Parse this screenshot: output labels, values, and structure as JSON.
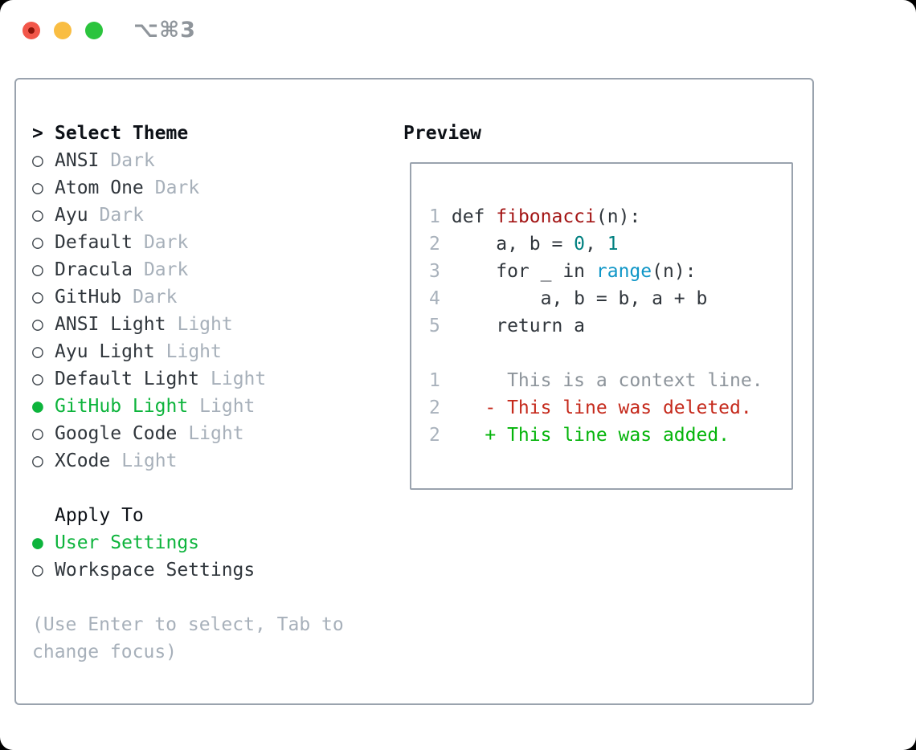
{
  "window": {
    "titlebar": {
      "shortcut_label": "⌥⌘3"
    }
  },
  "theme_picker": {
    "header_prefix": ">",
    "header": "Select Theme",
    "themes": [
      {
        "marker": "○",
        "name": "ANSI",
        "variant": "Dark",
        "state": ""
      },
      {
        "marker": "○",
        "name": "Atom One",
        "variant": "Dark",
        "state": ""
      },
      {
        "marker": "○",
        "name": "Ayu",
        "variant": "Dark",
        "state": ""
      },
      {
        "marker": "○",
        "name": "Default",
        "variant": "Dark",
        "state": ""
      },
      {
        "marker": "○",
        "name": "Dracula",
        "variant": "Dark",
        "state": ""
      },
      {
        "marker": "○",
        "name": "GitHub",
        "variant": "Dark",
        "state": ""
      },
      {
        "marker": "○",
        "name": "ANSI Light",
        "variant": "Light",
        "state": ""
      },
      {
        "marker": "○",
        "name": "Ayu Light",
        "variant": "Light",
        "state": ""
      },
      {
        "marker": "○",
        "name": "Default Light",
        "variant": "Light",
        "state": ""
      },
      {
        "marker": "●",
        "name": "GitHub Light",
        "variant": "Light",
        "state": "selected"
      },
      {
        "marker": "○",
        "name": "Google Code",
        "variant": "Light",
        "state": ""
      },
      {
        "marker": "○",
        "name": "XCode",
        "variant": "Light",
        "state": ""
      }
    ],
    "apply_to": {
      "header": "Apply To",
      "options": [
        {
          "marker": "●",
          "name": "User Settings",
          "state": "selected"
        },
        {
          "marker": "○",
          "name": "Workspace Settings",
          "state": ""
        }
      ]
    },
    "hint": "(Use Enter to select, Tab to change focus)"
  },
  "preview": {
    "header": "Preview",
    "code_lines": [
      {
        "num": "1",
        "segments": [
          {
            "c": "pl",
            "t": " def "
          },
          {
            "c": "fn",
            "t": "fibonacci"
          },
          {
            "c": "pl",
            "t": "(n):"
          }
        ]
      },
      {
        "num": "2",
        "segments": [
          {
            "c": "pl",
            "t": "     a, b = "
          },
          {
            "c": "nm",
            "t": "0"
          },
          {
            "c": "pl",
            "t": ", "
          },
          {
            "c": "nm",
            "t": "1"
          }
        ]
      },
      {
        "num": "3",
        "segments": [
          {
            "c": "pl",
            "t": "     for _ in "
          },
          {
            "c": "bi",
            "t": "range"
          },
          {
            "c": "pl",
            "t": "(n):"
          }
        ]
      },
      {
        "num": "4",
        "segments": [
          {
            "c": "pl",
            "t": "         a, b = b, a + b"
          }
        ]
      },
      {
        "num": "5",
        "segments": [
          {
            "c": "pl",
            "t": "     return a"
          }
        ]
      },
      {
        "num": "",
        "segments": []
      },
      {
        "num": "1",
        "segments": [
          {
            "c": "ctx",
            "t": "      This is a context line."
          }
        ]
      },
      {
        "num": "2",
        "segments": [
          {
            "c": "pl",
            "t": "    "
          },
          {
            "c": "del",
            "t": "- This line was deleted."
          }
        ]
      },
      {
        "num": "2",
        "segments": [
          {
            "c": "pl",
            "t": "    "
          },
          {
            "c": "add",
            "t": "+ This line was added."
          }
        ]
      }
    ]
  },
  "colors": {
    "accent_green": "#0db43c",
    "added_green": "#04b40a",
    "deleted_red": "#c5291b",
    "function_red": "#a31515",
    "number_teal": "#008080",
    "builtin_blue": "#0f96c7",
    "text_dark": "#30363c",
    "header_black": "#0d1117",
    "muted_gray": "#a7b0ba",
    "context_gray": "#8d949b",
    "lineno_gray": "#a9b2bc",
    "panel_border": "#9aa3ae",
    "titlebar_gray": "#8f959b",
    "traffic_red": "#f2574a",
    "traffic_red_dot": "#8c1409",
    "traffic_yellow": "#f9bd42",
    "traffic_green": "#2bc43d",
    "window_bg": "#ffffff",
    "page_bg": "#000000"
  }
}
